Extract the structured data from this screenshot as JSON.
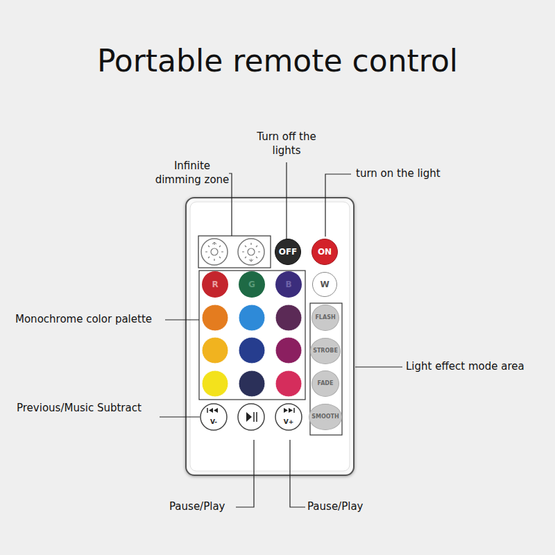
{
  "diagram": {
    "title": "Portable remote control",
    "nodes": [
      {
        "text": [
          "OFF"
        ]
      },
      {
        "text": [
          "ON"
        ]
      },
      {
        "text": [
          "R"
        ]
      },
      {
        "text": [
          "G"
        ]
      },
      {
        "text": [
          "B"
        ]
      },
      {
        "text": [
          "W"
        ]
      },
      {
        "text": [
          "FLASH"
        ]
      },
      {
        "text": [
          "STROBE"
        ]
      },
      {
        "text": [
          "FADE"
        ]
      },
      {
        "text": [
          "SMOOTH"
        ]
      },
      {
        "text": [
          "V-"
        ]
      },
      {
        "text": [
          "V+"
        ]
      }
    ],
    "labels": [
      "Infinite dimming zone",
      "Turn off the lights",
      "turn on the light",
      "Monochrome color palette",
      "Light effect mode area",
      "Previous/Music Subtract",
      "Pause/Play",
      "Pause/Play"
    ]
  }
}
